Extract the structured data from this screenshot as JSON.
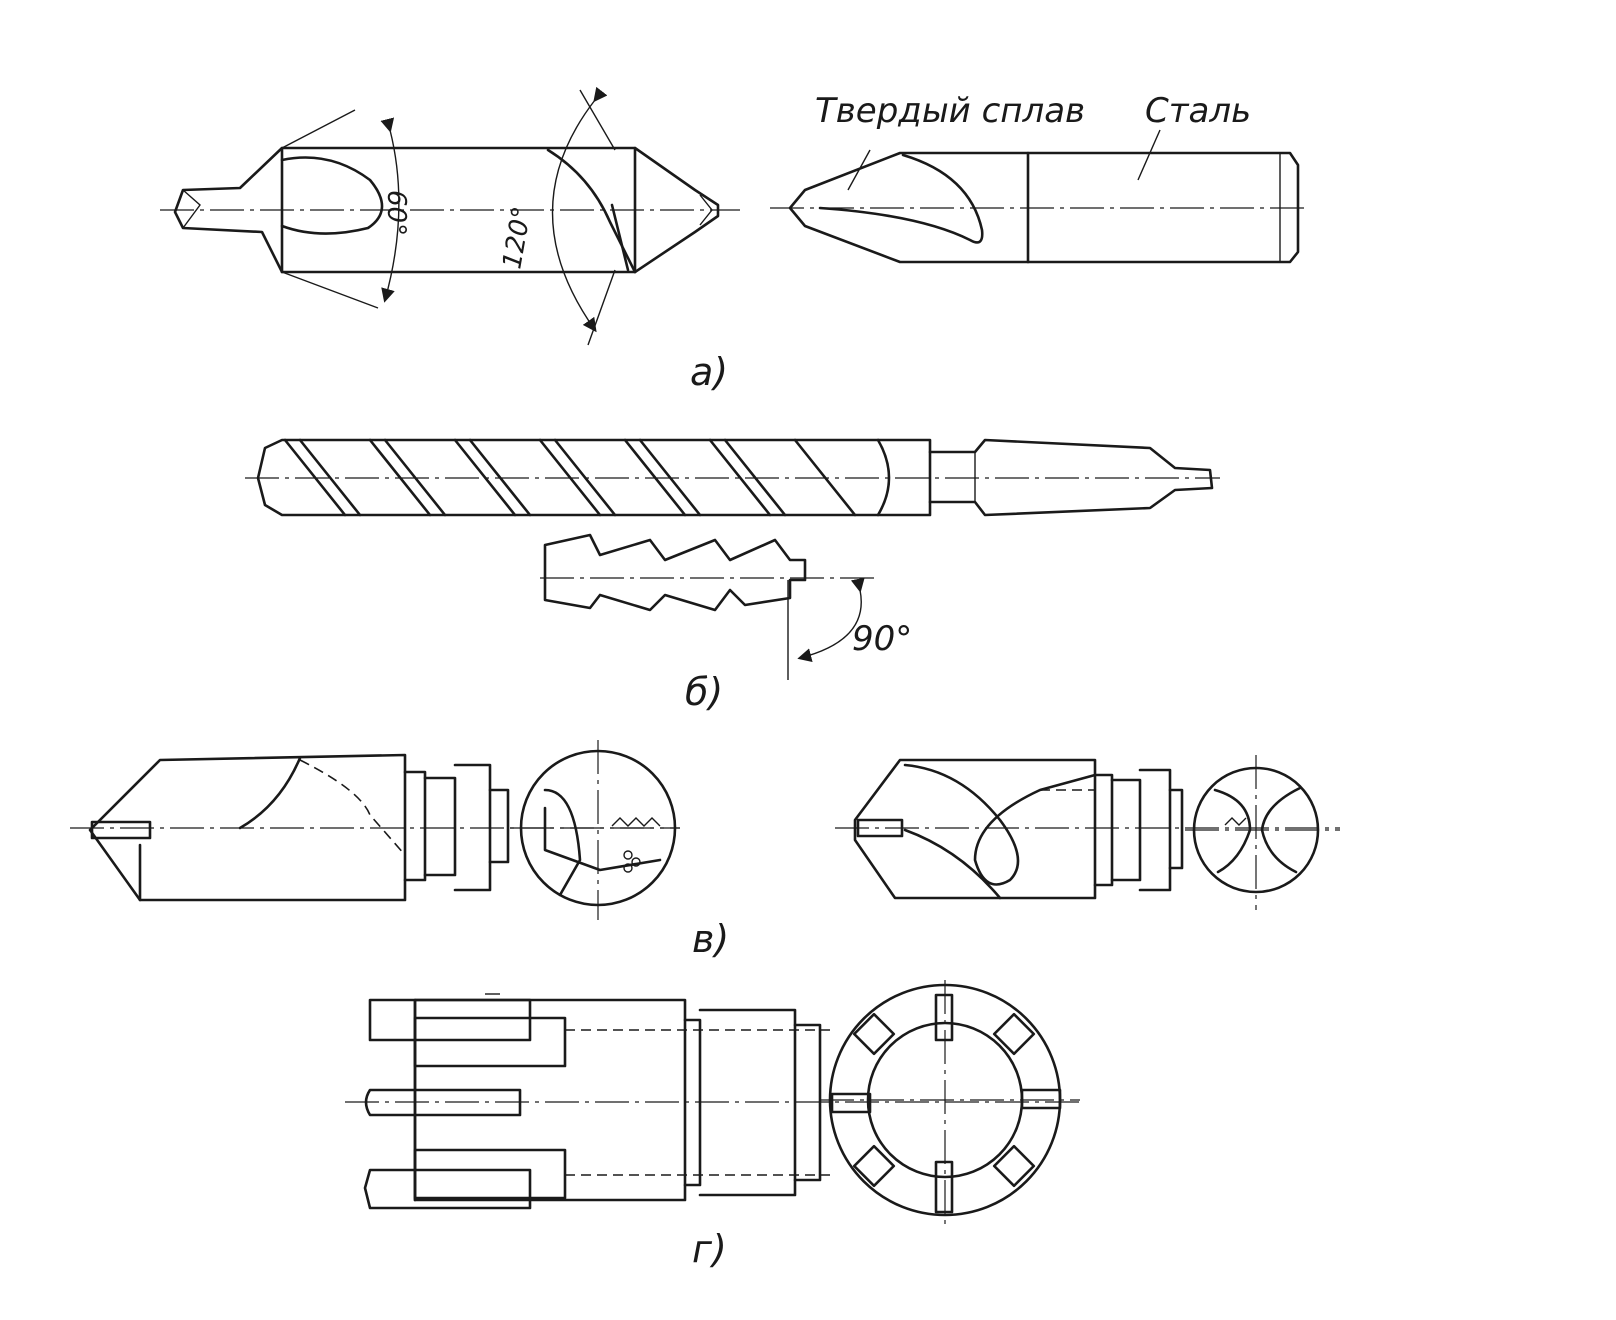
{
  "figure": {
    "panels": [
      {
        "id": "a",
        "label": "а)"
      },
      {
        "id": "b",
        "label": "б)"
      },
      {
        "id": "v",
        "label": "в)"
      },
      {
        "id": "g",
        "label": "г)"
      }
    ],
    "annotations": {
      "hard_alloy": "Твердый сплав",
      "steel": "Сталь",
      "angle_60": "60°",
      "angle_120": "120°",
      "angle_90": "90°"
    }
  }
}
